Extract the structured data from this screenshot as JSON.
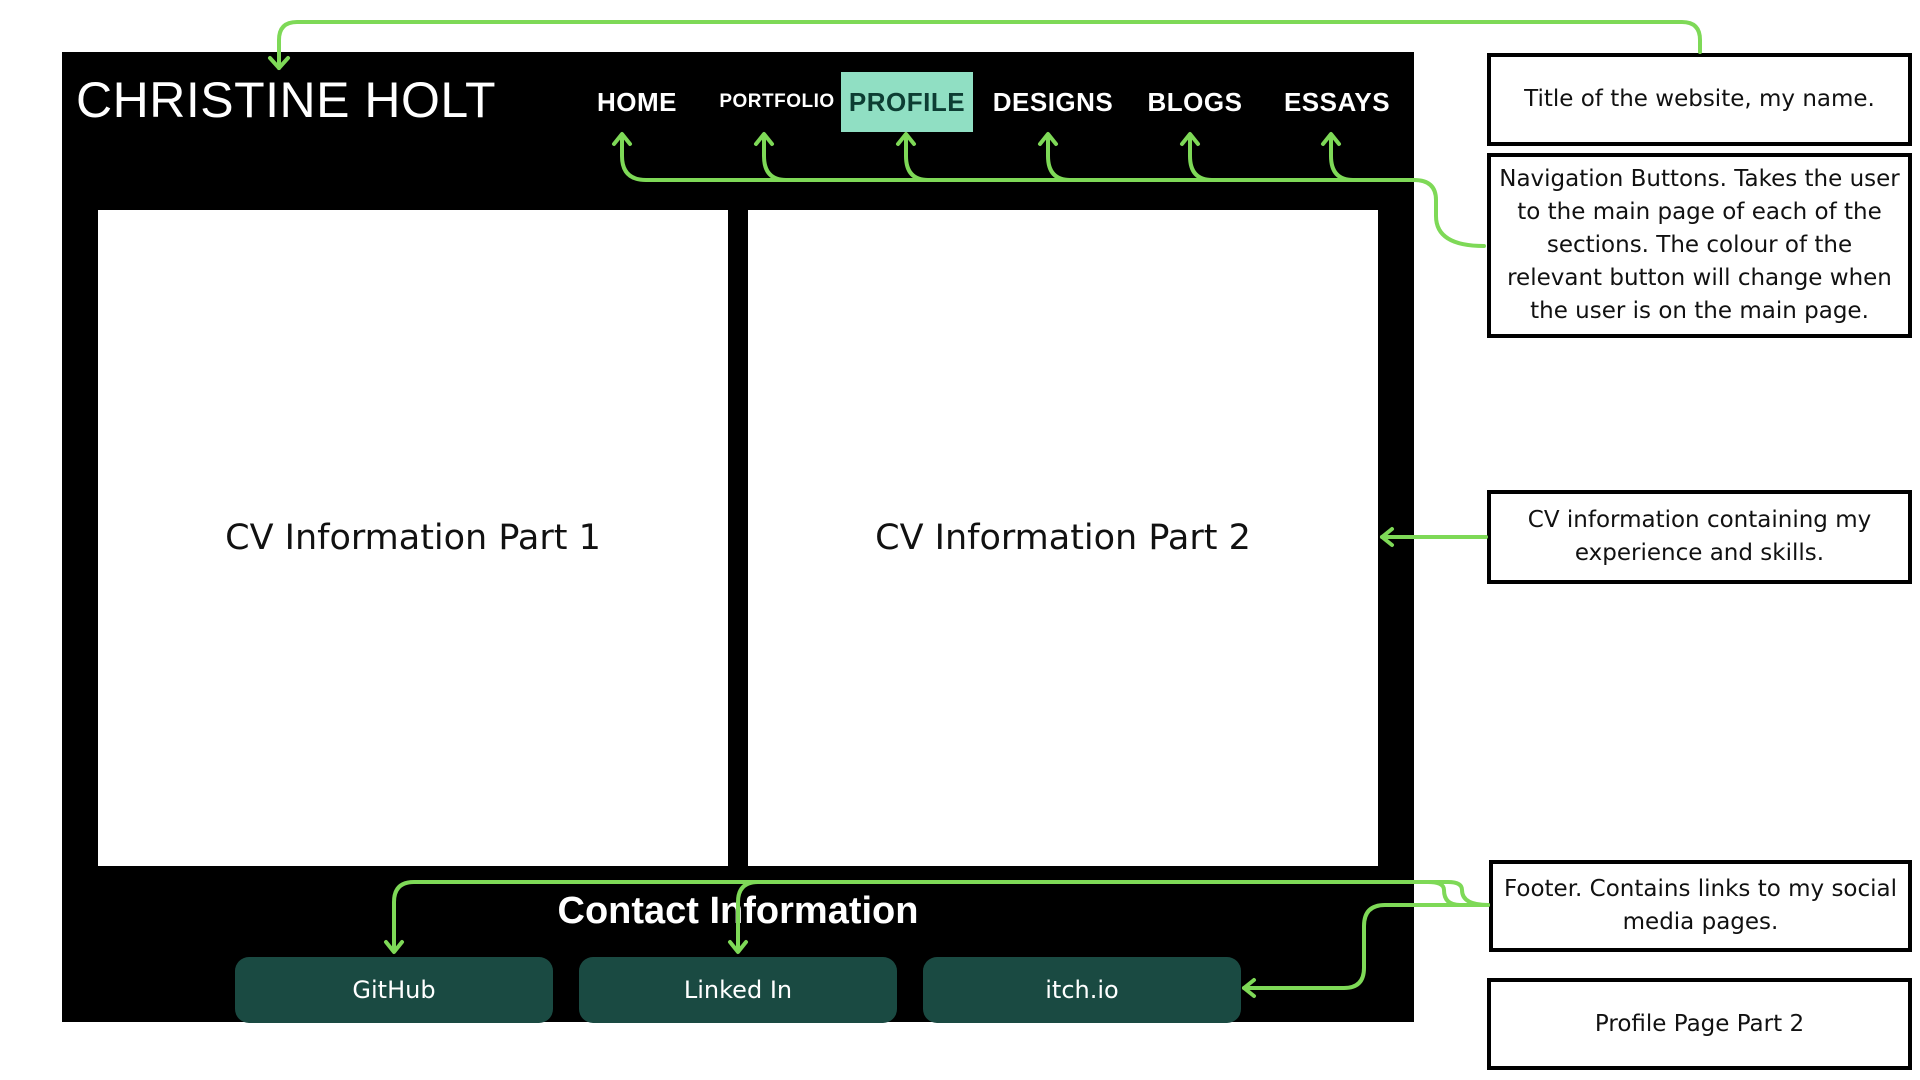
{
  "site": {
    "title": "CHRISTINE HOLT",
    "nav": [
      {
        "label": "HOME"
      },
      {
        "label": "PORTFOLIO"
      },
      {
        "label": "PROFILE"
      },
      {
        "label": "DESIGNS"
      },
      {
        "label": "BLOGS"
      },
      {
        "label": "ESSAYS"
      }
    ],
    "active_nav": "PROFILE",
    "cv_boxes": [
      {
        "label": "CV Information Part 1"
      },
      {
        "label": "CV Information Part 2"
      }
    ],
    "contact_title": "Contact Information",
    "footer_links": [
      {
        "label": "GitHub"
      },
      {
        "label": "Linked In"
      },
      {
        "label": "itch.io"
      }
    ]
  },
  "annotations": [
    {
      "text": "Title of the website, my name."
    },
    {
      "text": "Navigation Buttons. Takes the user to the main page of each of the sections. The colour of the relevant button will change when the user is on the main page."
    },
    {
      "text": "CV information containing my experience and skills."
    },
    {
      "text": "Footer. Contains links to my social media pages."
    },
    {
      "text": "Profile Page Part 2"
    }
  ],
  "colors": {
    "connector": "#7ed957",
    "active_nav_bg": "#90dfc3",
    "footer_button_bg": "#1a4a42",
    "site_bg": "#000000"
  }
}
